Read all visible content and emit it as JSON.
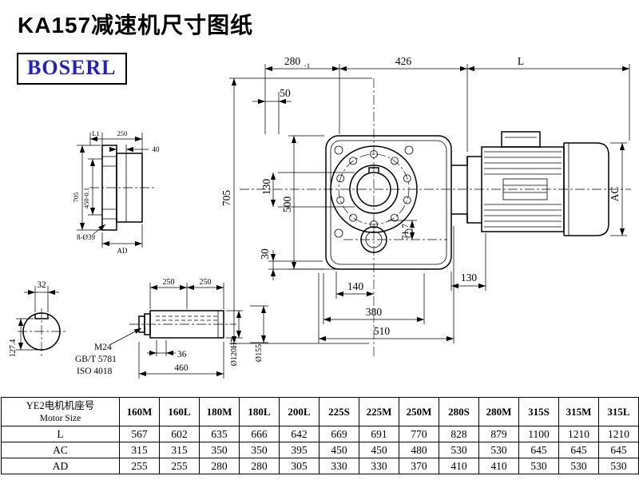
{
  "page": {
    "title": "KA157减速机尺寸图纸",
    "logo_text": "BOSERL"
  },
  "colors": {
    "accent_logo": "#2121cc",
    "ink": "#000000",
    "paper": "#ffffff"
  },
  "drawing": {
    "main_view": {
      "dim_280": "280",
      "tol_280": "-1",
      "dim_50": "50",
      "dim_426": "426",
      "dim_L": "L",
      "dim_705": "705",
      "dim_130_left": "130",
      "dim_500": "500",
      "dim_30": "30",
      "dim_71_7": "71.7",
      "dim_140": "140",
      "dim_130_bottom": "130",
      "dim_380": "380",
      "dim_510": "510",
      "dim_AC": "AC"
    },
    "flange_view": {
      "dim_L1": "L1",
      "dim_250": "250",
      "dim_40": "40",
      "dim_705": "705",
      "dim_450": "450-0.1",
      "dim_8_d39": "8-Ø39",
      "dim_AD": "AD"
    },
    "shaft_section_view": {
      "dim_32": "32",
      "dim_127_4": "127.4"
    },
    "shaft_side_view": {
      "dim_250_a": "250",
      "dim_250_b": "250",
      "note_m24": "M24",
      "note_gbt": "GB/T 5781",
      "note_iso": "ISO 4018",
      "dim_36": "36",
      "dim_460": "460",
      "dim_d120": "Ø120H7",
      "dim_d155": "Ø155"
    }
  },
  "table": {
    "header_label_cn": "YE2电机机座号",
    "header_label_en": "Motor Size",
    "columns": [
      "160M",
      "160L",
      "180M",
      "180L",
      "200L",
      "225S",
      "225M",
      "250M",
      "280S",
      "280M",
      "315S",
      "315M",
      "315L"
    ],
    "rows": [
      {
        "label": "L",
        "values": [
          "567",
          "602",
          "635",
          "666",
          "642",
          "669",
          "691",
          "770",
          "828",
          "879",
          "1100",
          "1210",
          "1210"
        ]
      },
      {
        "label": "AC",
        "values": [
          "315",
          "315",
          "350",
          "350",
          "395",
          "450",
          "450",
          "480",
          "530",
          "530",
          "645",
          "645",
          "645"
        ]
      },
      {
        "label": "AD",
        "values": [
          "255",
          "255",
          "280",
          "280",
          "305",
          "330",
          "330",
          "370",
          "410",
          "410",
          "530",
          "530",
          "530"
        ]
      }
    ]
  }
}
